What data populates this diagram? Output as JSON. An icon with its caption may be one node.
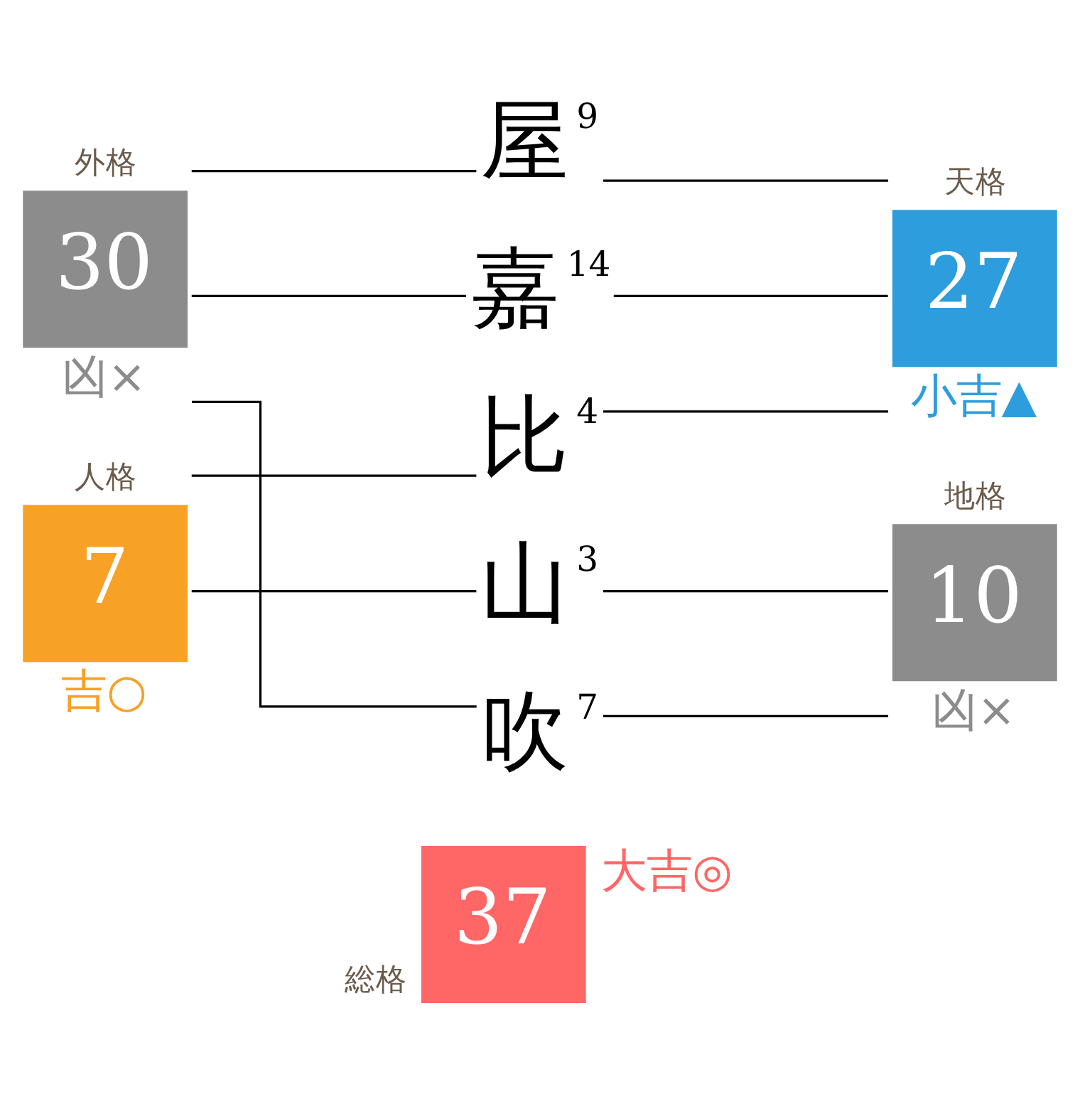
{
  "diagram": {
    "nodes": [
      {
        "text": [
          "外格",
          "30"
        ],
        "beside": [
          "凶×"
        ]
      },
      {
        "text": [
          "屋"
        ],
        "beside": [
          "9"
        ]
      },
      {
        "text": [
          "天格",
          "27"
        ],
        "beside": [
          "小吉▲"
        ]
      },
      {
        "text": [
          "嘉"
        ],
        "beside": [
          "14"
        ]
      },
      {
        "text": [
          "比"
        ],
        "beside": [
          "4"
        ]
      },
      {
        "text": [
          "人格",
          "7"
        ],
        "beside": [
          "吉○"
        ]
      },
      {
        "text": [
          "山"
        ],
        "beside": [
          "3"
        ]
      },
      {
        "text": [
          "地格",
          "10"
        ],
        "beside": [
          "凶×"
        ]
      },
      {
        "text": [
          "吹"
        ],
        "beside": [
          "7"
        ]
      },
      {
        "text": [
          "総格",
          "37"
        ],
        "beside": [
          "大吉◎"
        ]
      }
    ],
    "edges": [
      {
        "from": 0,
        "to": 1,
        "arrow": "none"
      },
      {
        "from": 0,
        "to": 3,
        "arrow": "none"
      },
      {
        "from": 0,
        "to": 8,
        "arrow": "none"
      },
      {
        "from": 1,
        "to": 2,
        "arrow": "none"
      },
      {
        "from": 3,
        "to": 2,
        "arrow": "none"
      },
      {
        "from": 4,
        "to": 2,
        "arrow": "none"
      },
      {
        "from": 5,
        "to": 4,
        "arrow": "none"
      },
      {
        "from": 5,
        "to": 6,
        "arrow": "none"
      },
      {
        "from": 6,
        "to": 7,
        "arrow": "none"
      },
      {
        "from": 8,
        "to": 7,
        "arrow": "none"
      }
    ]
  }
}
